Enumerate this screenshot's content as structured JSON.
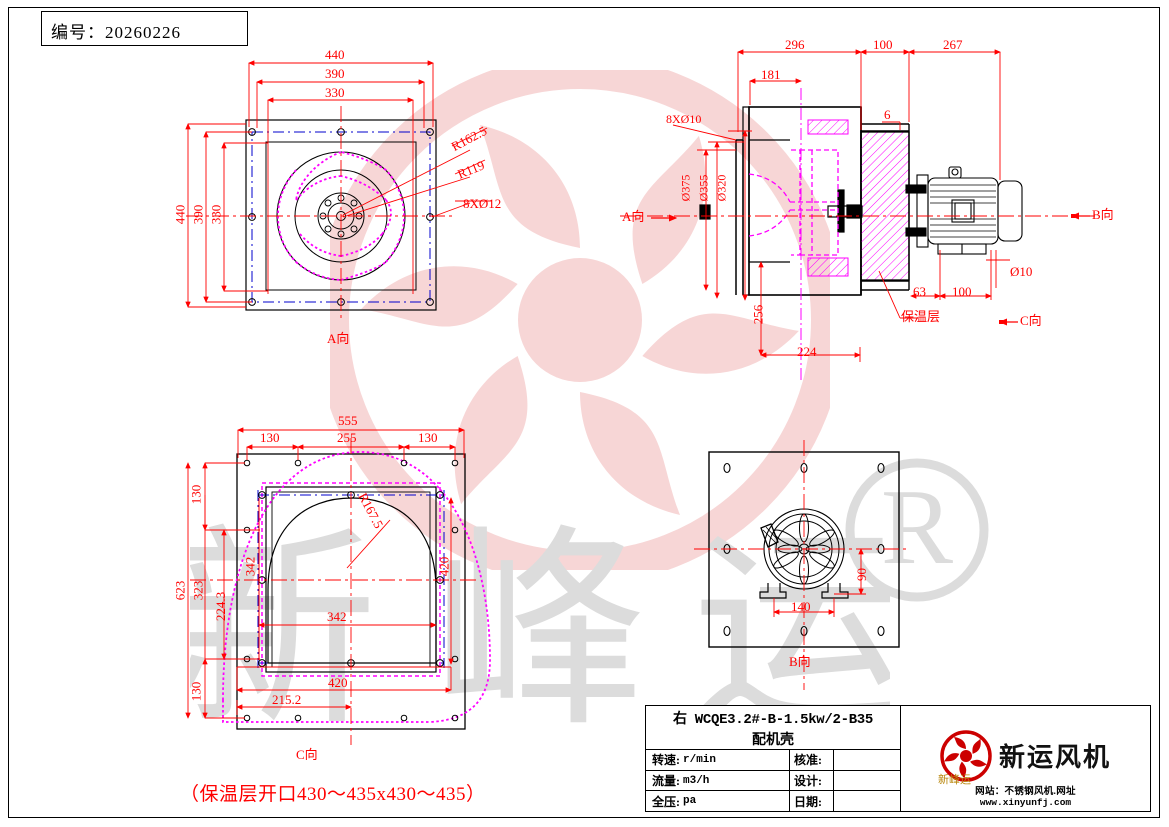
{
  "drawing": {
    "number_label": "编号：20260226",
    "bottom_note": "（保温层开口430～435x430～435）"
  },
  "views": {
    "front": {
      "name": "A向",
      "dims": [
        "440",
        "390",
        "330",
        "440",
        "390",
        "330"
      ],
      "callouts": [
        "R162.5",
        "R119",
        "8XØ12"
      ]
    },
    "side": {
      "arrow_a": "A向",
      "arrow_b": "B向",
      "arrow_c": "C向",
      "dims": [
        "296",
        "100",
        "267",
        "181",
        "6",
        "256",
        "224",
        "63",
        "100"
      ],
      "callouts": [
        "8XØ10",
        "Ø375",
        "Ø355",
        "Ø320",
        "Ø10",
        "保温层"
      ]
    },
    "plan": {
      "name": "C向",
      "dims": [
        "555",
        "130",
        "255",
        "130",
        "130",
        "623",
        "323",
        "224.3",
        "130",
        "342",
        "342",
        "420",
        "420",
        "215.2"
      ],
      "callouts": [
        "R167.5"
      ]
    },
    "rear": {
      "name": "B向",
      "dims": [
        "90",
        "140"
      ]
    }
  },
  "title_block": {
    "model_line1": "右 WCQE3.2#-B-1.5kw/2-B35",
    "model_line2": "配机壳",
    "rows": [
      {
        "key": "转速:",
        "unit": "r/min",
        "key2": "核准:",
        "value2": ""
      },
      {
        "key": "流量:",
        "unit": "m3/h",
        "key2": "设计:",
        "value2": ""
      },
      {
        "key": "全压:",
        "unit": "pa",
        "key2": "日期:",
        "value2": ""
      }
    ]
  },
  "logo": {
    "sub": "新峰运",
    "name": "新运风机",
    "web_line1": "网站：不锈钢风机.网址",
    "web_line2": "www.xinyunfj.com"
  },
  "colors": {
    "red": "#ff0000",
    "black": "#000000",
    "magenta": "#ff00ff",
    "blue": "#0000cc",
    "watermark_pink": "#f7d6d6",
    "watermark_grey": "#dcdcdc"
  }
}
